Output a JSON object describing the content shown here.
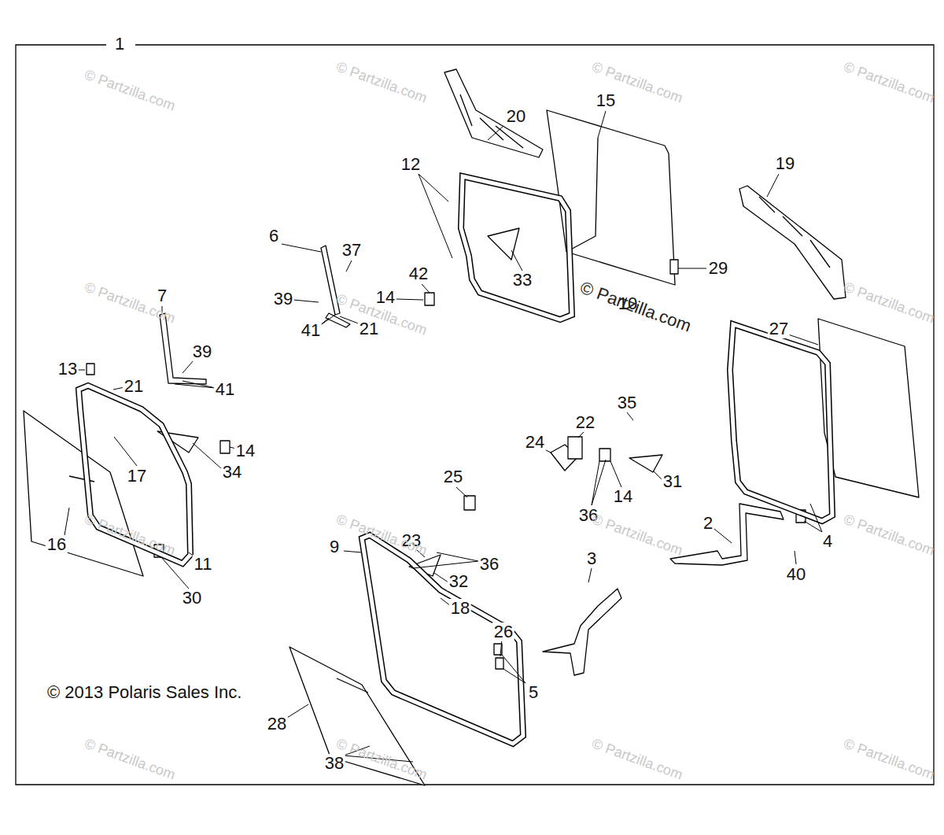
{
  "diagram": {
    "labels": [
      "1",
      "20",
      "15",
      "19",
      "12",
      "6",
      "37",
      "42",
      "29",
      "33",
      "39",
      "14",
      "10",
      "41",
      "21",
      "27",
      "7",
      "39",
      "13",
      "21",
      "41",
      "35",
      "14",
      "22",
      "24",
      "17",
      "34",
      "25",
      "31",
      "14",
      "36",
      "2",
      "23",
      "9",
      "11",
      "16",
      "36",
      "4",
      "40",
      "3",
      "32",
      "30",
      "18",
      "26",
      "5",
      "28",
      "38",
      "© 2013 Polaris Sales Inc.",
      "© Partzilla.com",
      "© Partzilla.com",
      "© Partzilla.com",
      "© Partzilla.com",
      "© Partzilla.com",
      "© Partzilla.com",
      "© Partzilla.com",
      "© Partzilla.com",
      "© Partzilla.com",
      "© Partzilla.com",
      "© Partzilla.com",
      "© Partzilla.com",
      "© Partzilla.com",
      "© Partzilla.com",
      "© Partzilla.com",
      "© Partzilla.com"
    ]
  }
}
